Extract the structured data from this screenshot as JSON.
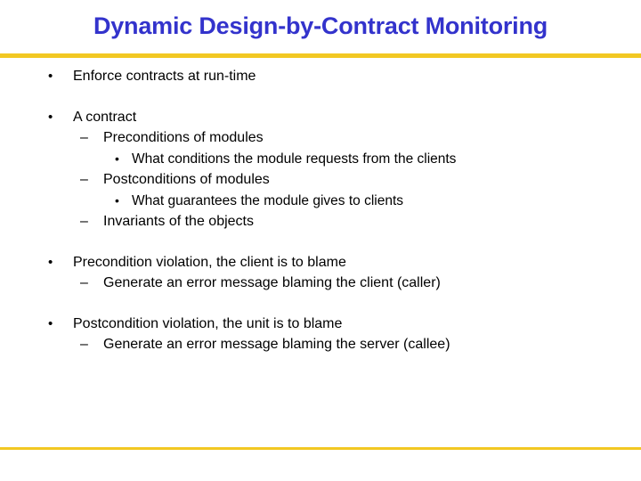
{
  "slide": {
    "title": "Dynamic Design-by-Contract Monitoring",
    "title_color": "#3333CC",
    "background_color": "#FFFFFF",
    "rule_color": "#F2C822",
    "body_text_color": "#000000",
    "markers": {
      "level1": "•",
      "level2": "–",
      "level3": "•"
    },
    "groups": [
      {
        "lines": [
          {
            "level": 1,
            "text": "Enforce contracts at run-time"
          }
        ]
      },
      {
        "lines": [
          {
            "level": 1,
            "text": "A contract"
          },
          {
            "level": 2,
            "text": "Preconditions of modules"
          },
          {
            "level": 3,
            "text": "What conditions the module requests from the clients"
          },
          {
            "level": 2,
            "text": "Postconditions of modules"
          },
          {
            "level": 3,
            "text": "What guarantees the module gives to clients"
          },
          {
            "level": 2,
            "text": "Invariants of the objects"
          }
        ]
      },
      {
        "lines": [
          {
            "level": 1,
            "text": "Precondition violation, the client is to blame"
          },
          {
            "level": 2,
            "text": "Generate an error message blaming the client (caller)"
          }
        ]
      },
      {
        "lines": [
          {
            "level": 1,
            "text": "Postcondition violation, the unit is to blame"
          },
          {
            "level": 2,
            "text": "Generate an error message blaming the server (callee)"
          }
        ]
      }
    ]
  }
}
